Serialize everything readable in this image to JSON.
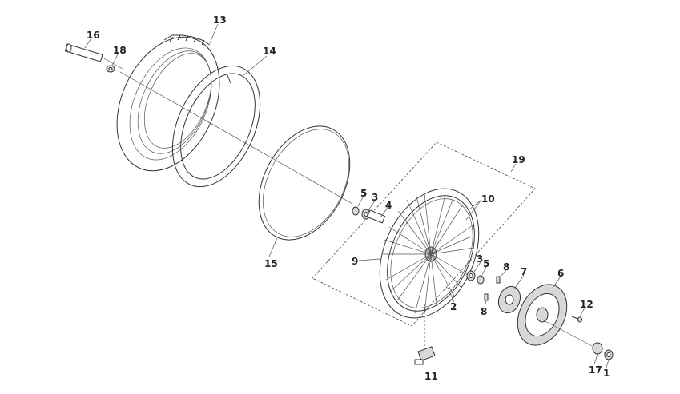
{
  "callouts": [
    {
      "id": "c13",
      "label": "13"
    },
    {
      "id": "c14",
      "label": "14"
    },
    {
      "id": "c16",
      "label": "16"
    },
    {
      "id": "c18",
      "label": "18"
    },
    {
      "id": "c15",
      "label": "15"
    },
    {
      "id": "c19",
      "label": "19"
    },
    {
      "id": "c10",
      "label": "10"
    },
    {
      "id": "c5a",
      "label": "5"
    },
    {
      "id": "c3a",
      "label": "3"
    },
    {
      "id": "c4",
      "label": "4"
    },
    {
      "id": "c9",
      "label": "9"
    },
    {
      "id": "c3b",
      "label": "3"
    },
    {
      "id": "c5b",
      "label": "5"
    },
    {
      "id": "c8a",
      "label": "8"
    },
    {
      "id": "c7",
      "label": "7"
    },
    {
      "id": "c6",
      "label": "6"
    },
    {
      "id": "c2",
      "label": "2"
    },
    {
      "id": "c8b",
      "label": "8"
    },
    {
      "id": "c12",
      "label": "12"
    },
    {
      "id": "c11",
      "label": "11"
    },
    {
      "id": "c17",
      "label": "17"
    },
    {
      "id": "c1",
      "label": "1"
    }
  ]
}
